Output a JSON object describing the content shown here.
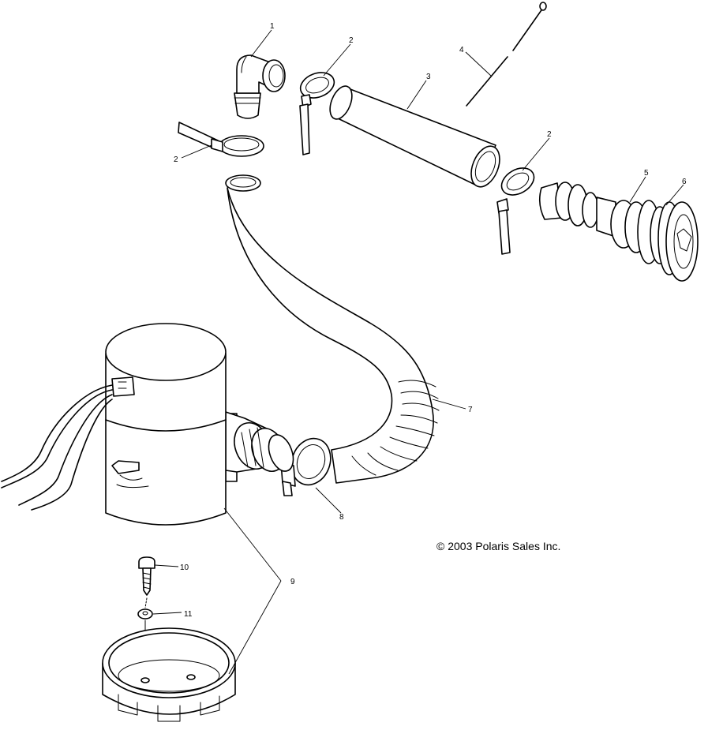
{
  "copyright": "© 2003 Polaris Sales Inc.",
  "callouts": {
    "c1": "1",
    "c2a": "2",
    "c2b": "2",
    "c2c": "2",
    "c3": "3",
    "c4": "4",
    "c5": "5",
    "c6": "6",
    "c7": "7",
    "c8": "8",
    "c9": "9",
    "c10": "10",
    "c11": "11"
  }
}
